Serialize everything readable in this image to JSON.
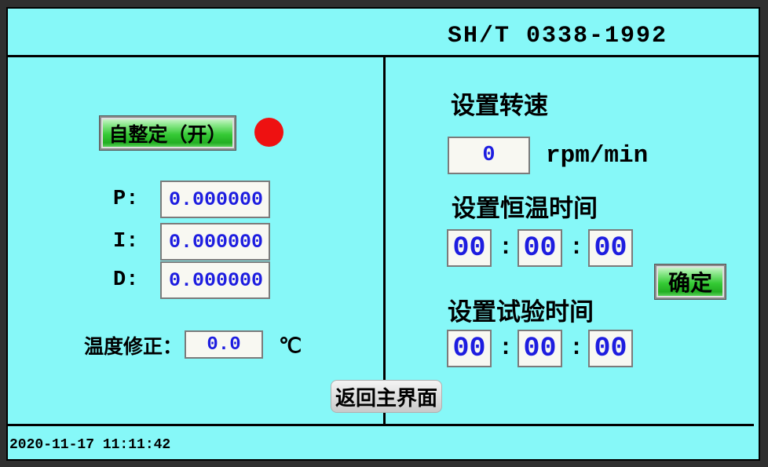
{
  "header": {
    "title": "SH/T 0338-1992"
  },
  "left_panel": {
    "autotune_button_label": "自整定（开）",
    "indicator": "red-round-lamp",
    "pid": [
      {
        "label": "P:",
        "value": "0.000000"
      },
      {
        "label": "I:",
        "value": "0.000000"
      },
      {
        "label": "D:",
        "value": "0.000000"
      }
    ],
    "temp_correction": {
      "label": "温度修正：",
      "value": "0.0",
      "unit": "℃"
    }
  },
  "right_panel": {
    "speed": {
      "heading": "设置转速",
      "value": "0",
      "unit": "rpm/min"
    },
    "hold_time": {
      "heading": "设置恒温时间",
      "hh": "00",
      "mm": "00",
      "ss": "00",
      "separator": ":"
    },
    "test_time": {
      "heading": "设置试验时间",
      "hh": "00",
      "mm": "00",
      "ss": "00",
      "separator": ":"
    },
    "confirm_button_label": "确定"
  },
  "footer": {
    "return_button_label": "返回主界面",
    "timestamp": "2020-11-17 11:11:42"
  },
  "colors": {
    "background_cyan": "#86f8f8",
    "frame_dark": "#2f2f2f",
    "button_green": "#35ca35",
    "value_blue": "#1d1de0",
    "indicator_red": "#ee1111"
  }
}
